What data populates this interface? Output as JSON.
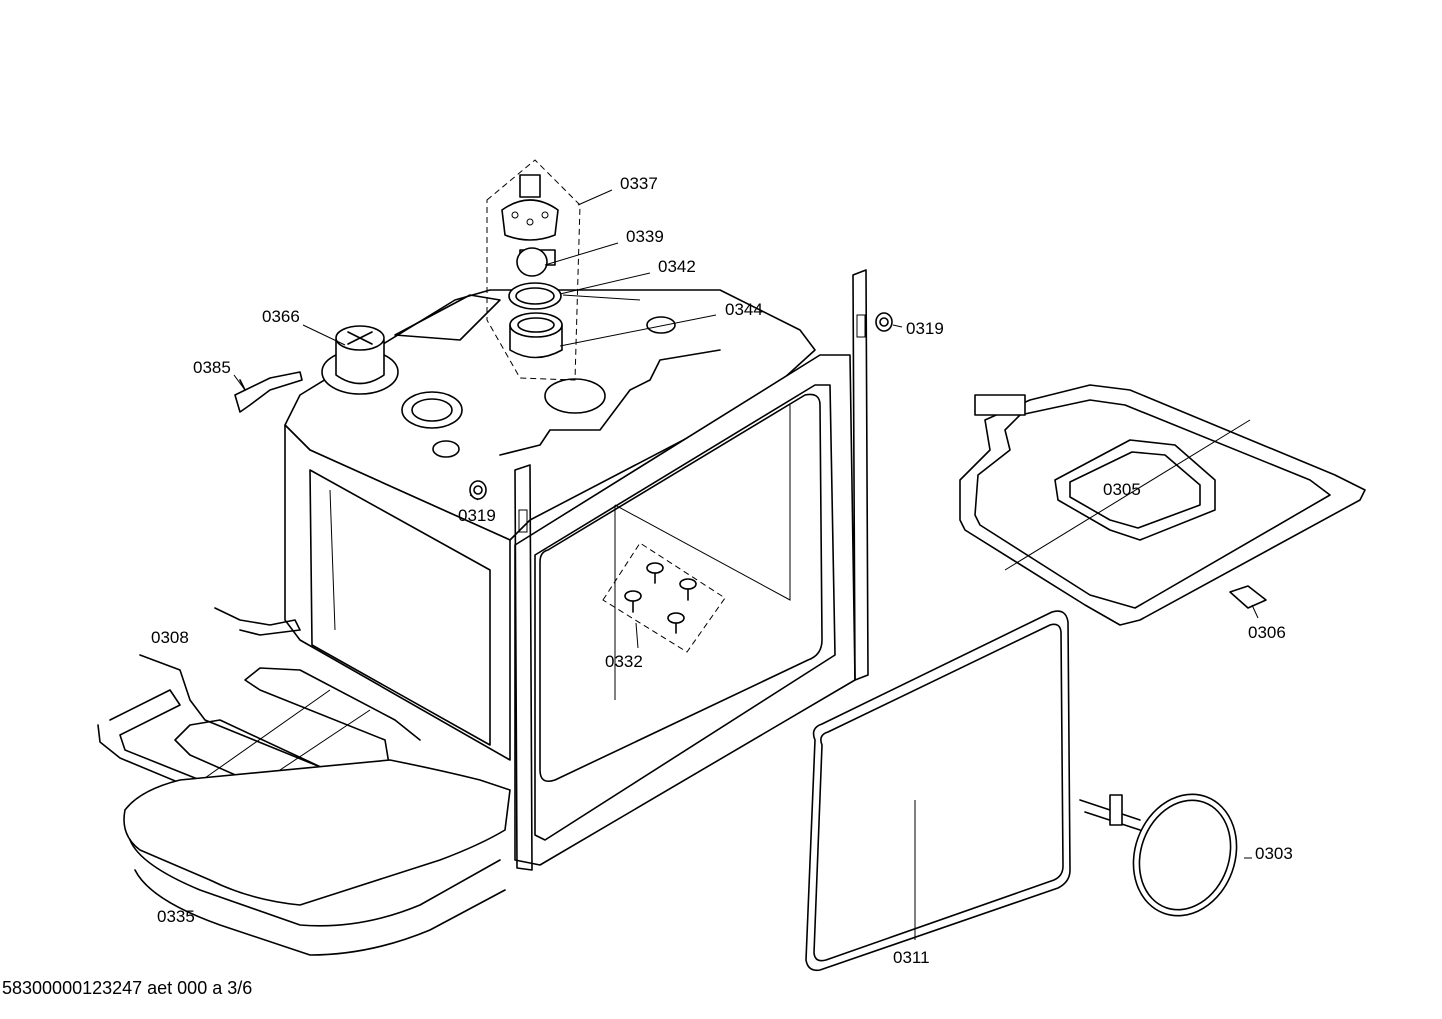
{
  "labels": {
    "p0337": "0337",
    "p0339": "0339",
    "p0342": "0342",
    "p0344": "0344",
    "p0366": "0366",
    "p0385": "0385",
    "p0319a": "0319",
    "p0319b": "0319",
    "p0305": "0305",
    "p0306": "0306",
    "p0308": "0308",
    "p0332": "0332",
    "p0335": "0335",
    "p0311": "0311",
    "p0303": "0303"
  },
  "footer": "58300000123247 aet 000 a 3/6"
}
